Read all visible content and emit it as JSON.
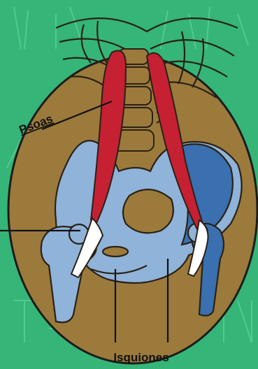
{
  "labels": {
    "psoas": "Psoas",
    "isquiones": "Isquiones"
  },
  "colors": {
    "background": "#35b577",
    "oval": "#9b7a3c",
    "bone_light": "#8fb3d9",
    "bone_dark": "#3a6fb0",
    "muscle": "#c62033",
    "outline": "#1c1c1c"
  },
  "icons": [
    "ribcage",
    "spine",
    "pelvis",
    "psoas-muscle",
    "femur"
  ]
}
